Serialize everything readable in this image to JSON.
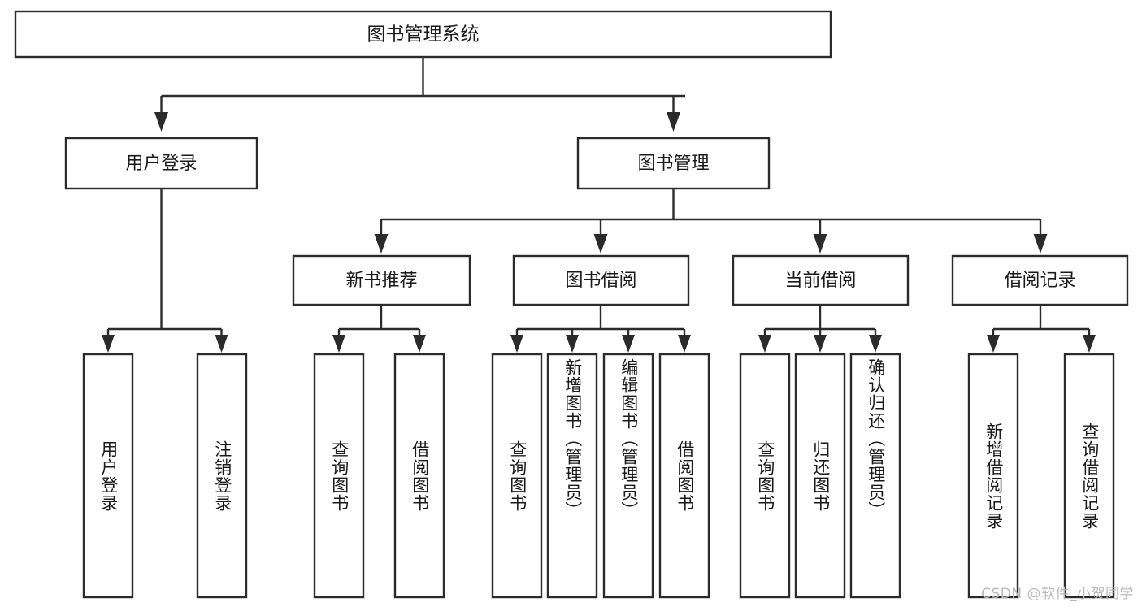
{
  "diagram": {
    "title": "图书管理系统",
    "type": "tree-hierarchy-chart",
    "watermark": "CSDN @软件_小贺同学",
    "colors": {
      "stroke": "#2b2b2b",
      "fill": "#ffffff",
      "text": "#1a1a1a",
      "watermark": "#b9b9b9"
    },
    "root": {
      "label": "图书管理系统"
    },
    "level2": [
      {
        "label": "用户登录"
      },
      {
        "label": "图书管理"
      }
    ],
    "level3": [
      {
        "label": "新书推荐"
      },
      {
        "label": "图书借阅"
      },
      {
        "label": "当前借阅"
      },
      {
        "label": "借阅记录"
      }
    ],
    "leaves": {
      "user_login": [
        {
          "label": "用户登录"
        },
        {
          "label": "注销登录"
        }
      ],
      "new_book_recommend": [
        {
          "label": "查询图书"
        },
        {
          "label": "借阅图书"
        }
      ],
      "book_borrow": [
        {
          "label": "查询图书"
        },
        {
          "label": "新增图书（管理员）"
        },
        {
          "label": "编辑图书（管理员）"
        },
        {
          "label": "借阅图书"
        }
      ],
      "current_borrow": [
        {
          "label": "查询图书"
        },
        {
          "label": "归还图书"
        },
        {
          "label": "确认归还（管理员）"
        }
      ],
      "borrow_record": [
        {
          "label": "新增借阅记录"
        },
        {
          "label": "查询借阅记录"
        }
      ]
    }
  }
}
